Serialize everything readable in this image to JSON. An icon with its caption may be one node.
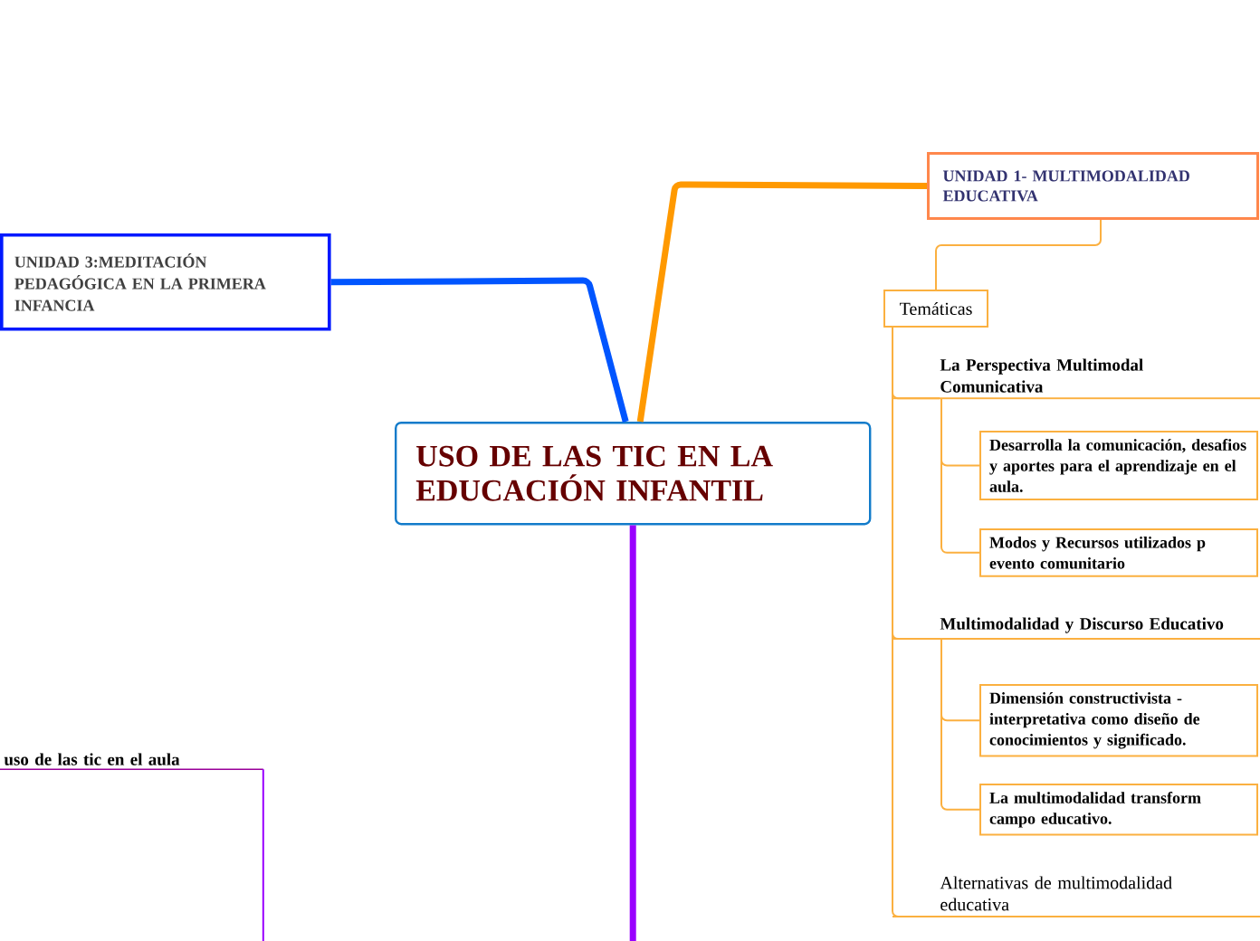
{
  "diagram": {
    "nodes": [
      {
        "text": [
          "USO DE LAS TIC EN LA EDUCACIÓN INFANTIL"
        ]
      },
      {
        "text": [
          "UNIDAD 1- MULTIMODALIDAD EDUCATIVA"
        ]
      },
      {
        "text": [
          "UNIDAD 3:MEDITACIÓN PEDAGÓGICA EN LA PRIMERA INFANCIA"
        ]
      },
      {
        "text": [
          "uso de las tic en el aula"
        ]
      },
      {
        "text": [
          "Temáticas"
        ]
      },
      {
        "text": [
          "La Perspectiva Multimodal Comunicativa"
        ]
      },
      {
        "text": [
          "Desarrolla la comunicación, desafios y aportes para el aprendizaje en el aula."
        ]
      },
      {
        "text": [
          "Modos y Recursos utilizados p evento comunitario"
        ]
      },
      {
        "text": [
          "Multimodalidad y Discurso Educativo"
        ]
      },
      {
        "text": [
          "Dimensión constructivista - interpretativa como diseño de conocimientos y significado."
        ]
      },
      {
        "text": [
          "La multimodalidad transform campo educativo."
        ]
      },
      {
        "text": [
          "Alternativas de multimodalidad educativa"
        ]
      }
    ],
    "edges": [
      {
        "from": 0,
        "to": 1,
        "arrow": "none",
        "style": "thick",
        "color": "#ff9900"
      },
      {
        "from": 0,
        "to": 2,
        "arrow": "none",
        "style": "thick",
        "color": "#0055ff"
      },
      {
        "from": 0,
        "to": null,
        "arrow": "none",
        "style": "thick",
        "color": "#9900ff"
      },
      {
        "from": 3,
        "to": null,
        "arrow": "none",
        "color": "#9900ff"
      },
      {
        "from": 1,
        "to": 4,
        "arrow": "none"
      },
      {
        "from": 4,
        "to": 5,
        "arrow": "none"
      },
      {
        "from": 5,
        "to": 6,
        "arrow": "none"
      },
      {
        "from": 5,
        "to": 7,
        "arrow": "none"
      },
      {
        "from": 4,
        "to": 8,
        "arrow": "none"
      },
      {
        "from": 8,
        "to": 9,
        "arrow": "none"
      },
      {
        "from": 8,
        "to": 10,
        "arrow": "none"
      },
      {
        "from": 4,
        "to": 11,
        "arrow": "none"
      }
    ]
  }
}
